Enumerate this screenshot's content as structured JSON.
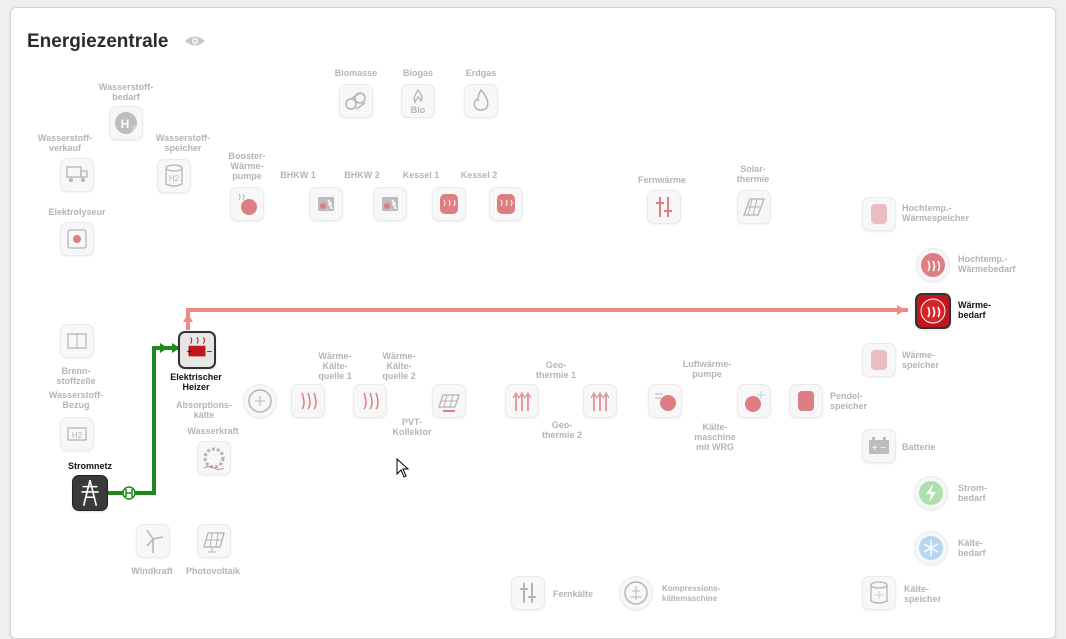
{
  "header": {
    "title": "Energiezentrale",
    "visibility_icon": "eye-icon"
  },
  "nodes": {
    "biomasse": "Biomasse",
    "biogas": "Biogas",
    "biogas_icon_text": "Bio",
    "erdgas": "Erdgas",
    "wasserstoffbedarf": "Wasserstoff-\nbedarf",
    "wasserstoffverkauf": "Wasserstoff-\nverkauf",
    "wasserstoffspeicher": "Wasserstoff-\nspeicher",
    "elektrolyseur": "Elektrolyseur",
    "booster": "Booster-\nWärme-\npumpe",
    "bhkw1": "BHKW 1",
    "bhkw2": "BHKW 2",
    "kessel1": "Kessel 1",
    "kessel2": "Kessel 2",
    "fernwaerme": "Fernwärme",
    "solarthermie": "Solar-\nthermie",
    "hochtemp_speicher": "Hochtemp.-\nWärmespeicher",
    "hochtemp_bedarf": "Hochtemp.-\nWärmebedarf",
    "waermebedarf": "Wärme-\nbedarf",
    "waermespeicher": "Wärme-\nspeicher",
    "brennstoffzelle": "Brenn-\nstoffzelle",
    "wasserstoffbezug": "Wasserstoff-\nBezug",
    "elektrischer_heizer": "Elektrischer\nHeizer",
    "absorptionskaelte": "Absorptions-\nkälte",
    "waermekaeltequelle1": "Wärme-\nKälte-\nquelle 1",
    "waermekaeltequelle2": "Wärme-\nKälte-\nquelle 2",
    "pvt": "PVT-\nKollektor",
    "geothermie1": "Geo-\nthermie 1",
    "geothermie2": "Geo-\nthermie 2",
    "luftwaermepumpe": "Luftwärme-\npumpe",
    "kaeltemaschine_wrg": "Kälte-\nmaschine\nmit WRG",
    "pendelspeicher": "Pendel-\nspeicher",
    "wasserkraft": "Wasserkraft",
    "stromnetz": "Stromnetz",
    "batterie": "Batterie",
    "strombedarf": "Strom-\nbedarf",
    "kaeltebedarf": "Kälte-\nbedarf",
    "windkraft": "Windkraft",
    "photovoltaik": "Photovoltaik",
    "fernkaelte": "Fernkälte",
    "kompressions": "Kompressions-\nkältemaschine",
    "kaeltespeicher": "Kälte-\nspeicher"
  },
  "flows": {
    "electric_color": "#1e8a1e",
    "heat_color": "#f08a87"
  }
}
